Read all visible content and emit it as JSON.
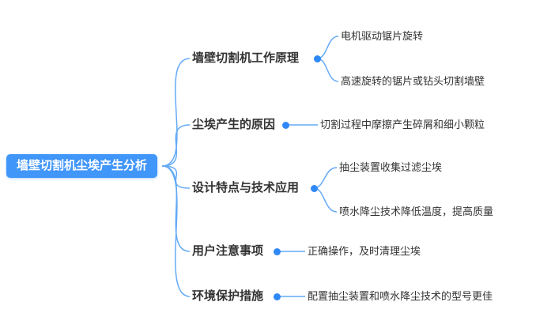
{
  "mindmap": {
    "root": "墙壁切割机尘埃产生分析",
    "branches": [
      {
        "label": "墙壁切割机工作原理",
        "children": [
          "电机驱动锯片旋转",
          "高速旋转的锯片或钻头切割墙壁"
        ]
      },
      {
        "label": "尘埃产生的原因",
        "children": [
          "切割过程中摩擦产生碎屑和细小颗粒"
        ]
      },
      {
        "label": "设计特点与技术应用",
        "children": [
          "抽尘装置收集过滤尘埃",
          "喷水降尘技术降低温度，提高质量"
        ]
      },
      {
        "label": "用户注意事项",
        "children": [
          "正确操作，及时清理尘埃"
        ]
      },
      {
        "label": "环境保护措施",
        "children": [
          "配置抽尘装置和喷水降尘技术的型号更佳"
        ]
      }
    ]
  },
  "colors": {
    "accent": "#4196f9",
    "line": "#64aaf6",
    "dot": "#2f88f7",
    "text": "#333333",
    "root_text": "#ffffff"
  }
}
